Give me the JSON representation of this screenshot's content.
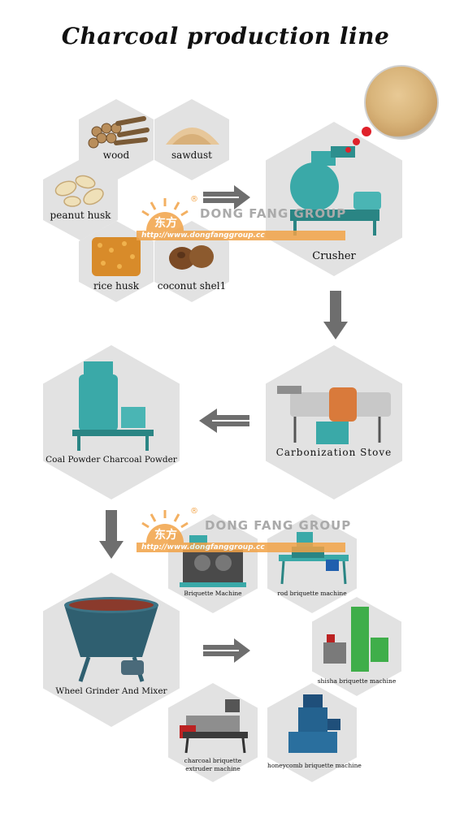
{
  "title": "Charcoal production line",
  "materials": {
    "wood": "wood",
    "sawdust": "sawdust",
    "peanut_husk": "peanut husk",
    "rice_husk": "rice husk",
    "coconut_shell": "coconut shel1"
  },
  "steps": {
    "crusher": "Crusher",
    "carbonization": "Carbonization Stove",
    "coal_powder": "Coal Powder Charcoal Powder",
    "wheel_grinder": "Wheel Grinder And Mixer"
  },
  "machines": {
    "briquette": "Briquette Machine",
    "rod_briquette": "rod briquette machine",
    "shisha": "shisha briquette machine",
    "extruder_line1": "charcoal briquette",
    "extruder_line2": "extruder machine",
    "honeycomb": "honeycomb briquette machine"
  },
  "watermark": {
    "logo_text": "东方",
    "registered": "®",
    "company": "DONG FANG GROUP",
    "url": "http://www.dongfanggroup.cc"
  },
  "colors": {
    "hex_bg": "#e2e2e2",
    "arrow": "#6e6e6e",
    "watermark_orange": "#f2a347",
    "bubble_red": "#e0212a",
    "machine_teal": "#3aa9a8"
  }
}
